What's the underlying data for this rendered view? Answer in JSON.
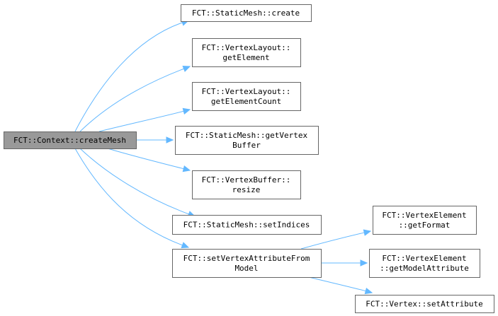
{
  "graph": {
    "root": {
      "lines": [
        "FCT::Context::createMesh"
      ]
    },
    "nodes": [
      {
        "id": "static-mesh-create",
        "lines": [
          "FCT::StaticMesh::create"
        ]
      },
      {
        "id": "vertex-layout-get-element",
        "lines": [
          "FCT::VertexLayout::",
          "getElement"
        ]
      },
      {
        "id": "vertex-layout-get-element-count",
        "lines": [
          "FCT::VertexLayout::",
          "getElementCount"
        ]
      },
      {
        "id": "static-mesh-get-vertex-buffer",
        "lines": [
          "FCT::StaticMesh::getVertex",
          "Buffer"
        ]
      },
      {
        "id": "vertex-buffer-resize",
        "lines": [
          "FCT::VertexBuffer::",
          "resize"
        ]
      },
      {
        "id": "static-mesh-set-indices",
        "lines": [
          "FCT::StaticMesh::setIndices"
        ]
      },
      {
        "id": "set-vertex-attribute-from-model",
        "lines": [
          "FCT::setVertexAttributeFrom",
          "Model"
        ]
      },
      {
        "id": "vertex-element-get-format",
        "lines": [
          "FCT::VertexElement",
          "::getFormat"
        ]
      },
      {
        "id": "vertex-element-get-model-attribute",
        "lines": [
          "FCT::VertexElement",
          "::getModelAttribute"
        ]
      },
      {
        "id": "vertex-set-attribute",
        "lines": [
          "FCT::Vertex::setAttribute"
        ]
      }
    ],
    "edges": [
      {
        "from": "root",
        "to": "static-mesh-create"
      },
      {
        "from": "root",
        "to": "vertex-layout-get-element"
      },
      {
        "from": "root",
        "to": "vertex-layout-get-element-count"
      },
      {
        "from": "root",
        "to": "static-mesh-get-vertex-buffer"
      },
      {
        "from": "root",
        "to": "vertex-buffer-resize"
      },
      {
        "from": "root",
        "to": "static-mesh-set-indices"
      },
      {
        "from": "root",
        "to": "set-vertex-attribute-from-model"
      },
      {
        "from": "set-vertex-attribute-from-model",
        "to": "vertex-element-get-format"
      },
      {
        "from": "set-vertex-attribute-from-model",
        "to": "vertex-element-get-model-attribute"
      },
      {
        "from": "set-vertex-attribute-from-model",
        "to": "vertex-set-attribute"
      }
    ],
    "colors": {
      "edge": "#63b8ff",
      "root_fill": "#999999",
      "node_fill": "#ffffff",
      "border": "#666666"
    }
  }
}
